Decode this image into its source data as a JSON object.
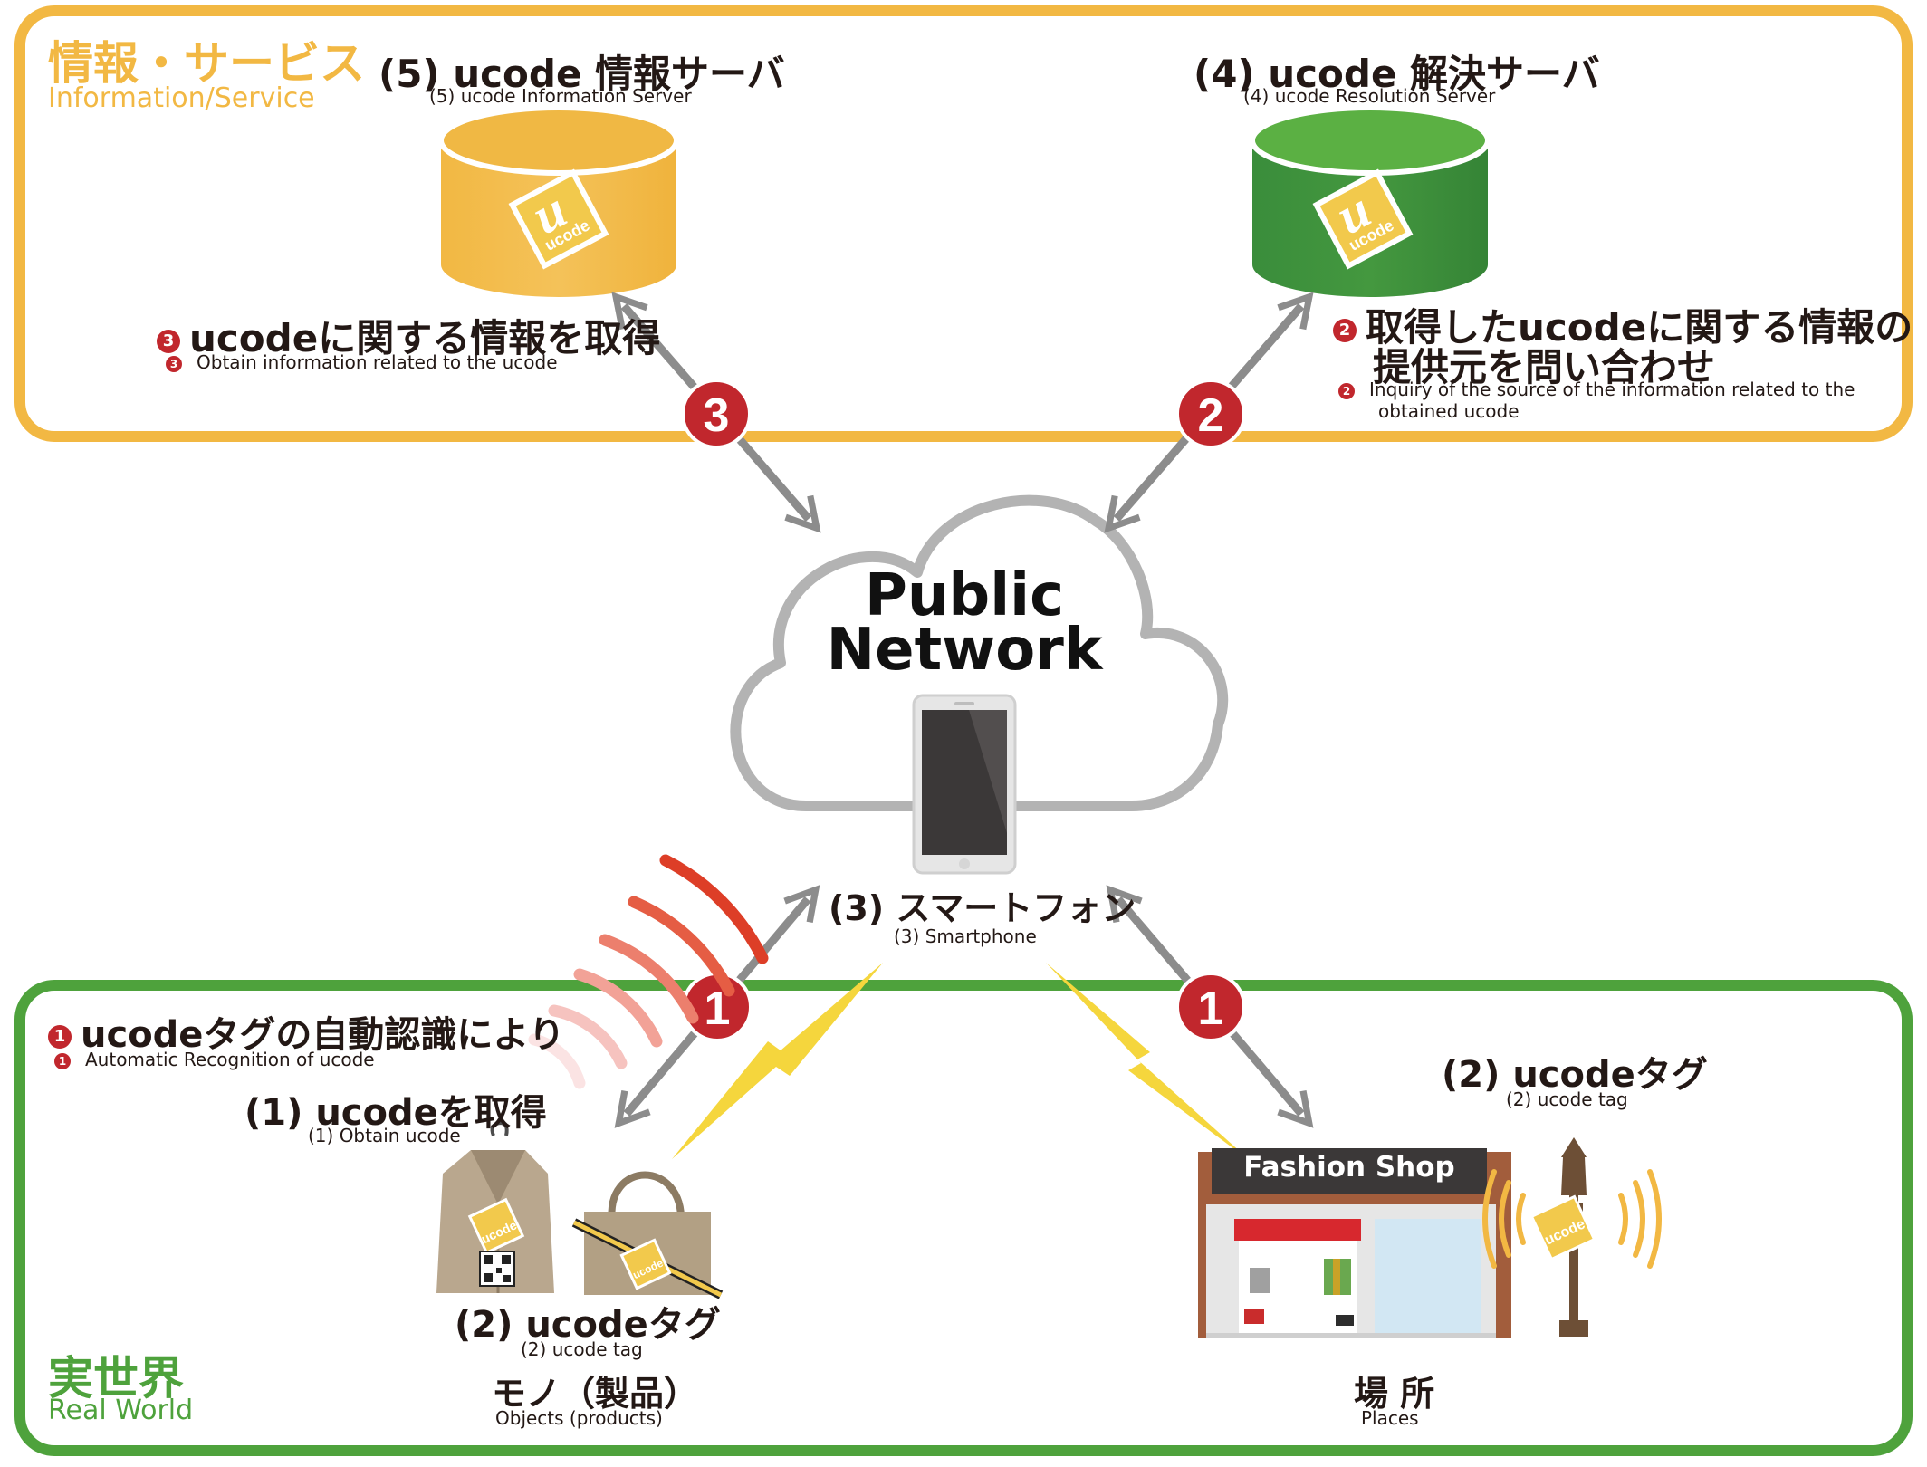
{
  "sections": {
    "info": {
      "title": "情報・サービス",
      "subtitle": "Information/Service",
      "color": "#f2b843"
    },
    "real": {
      "title": "実世界",
      "subtitle": "Real World",
      "color": "#4ea23c"
    }
  },
  "servers": {
    "information": {
      "title": "(5) ucode 情報サーバ",
      "subtitle": "(5) ucode Information Server",
      "color": "#f2b843"
    },
    "resolution": {
      "title": "(4) ucode 解決サーバ",
      "subtitle": "(4) ucode Resolution Server",
      "color": "#3a8d3b"
    }
  },
  "ucode_logo_text": "ucode",
  "cloud": {
    "line1": "Public",
    "line2": "Network"
  },
  "smartphone": {
    "title": "(3) スマートフォン",
    "subtitle": "(3) Smartphone"
  },
  "steps": {
    "step3": {
      "badge": "3",
      "title": "ucodeに関する情報を取得",
      "subtitle": "Obtain information related to the ucode"
    },
    "step2": {
      "badge": "2",
      "title_line1": "取得したucodeに関する情報の",
      "title_line2": "提供元を問い合わせ",
      "subtitle_line1": "Inquiry of the source of the information related to the",
      "subtitle_line2": "obtained ucode"
    },
    "step1": {
      "badge": "1",
      "title": "ucodeタグの自動認識により",
      "subtitle": "Automatic Recognition of ucode"
    }
  },
  "obtain": {
    "title": "(1) ucodeを取得",
    "subtitle": "(1) Obtain ucode"
  },
  "tag_objects": {
    "title": "(2) ucodeタグ",
    "subtitle": "(2) ucode tag"
  },
  "tag_places": {
    "title": "(2) ucodeタグ",
    "subtitle": "(2) ucode tag"
  },
  "objects": {
    "title": "モノ（製品）",
    "subtitle": "Objects (products)"
  },
  "places": {
    "title": "場 所",
    "subtitle": "Places"
  },
  "shop": {
    "sign": "Fashion Shop"
  },
  "colors": {
    "badge": "#c1272d",
    "arrow": "#8c8c8c",
    "lightning": "#f5d63d",
    "cloud": "#b3b3b3"
  }
}
